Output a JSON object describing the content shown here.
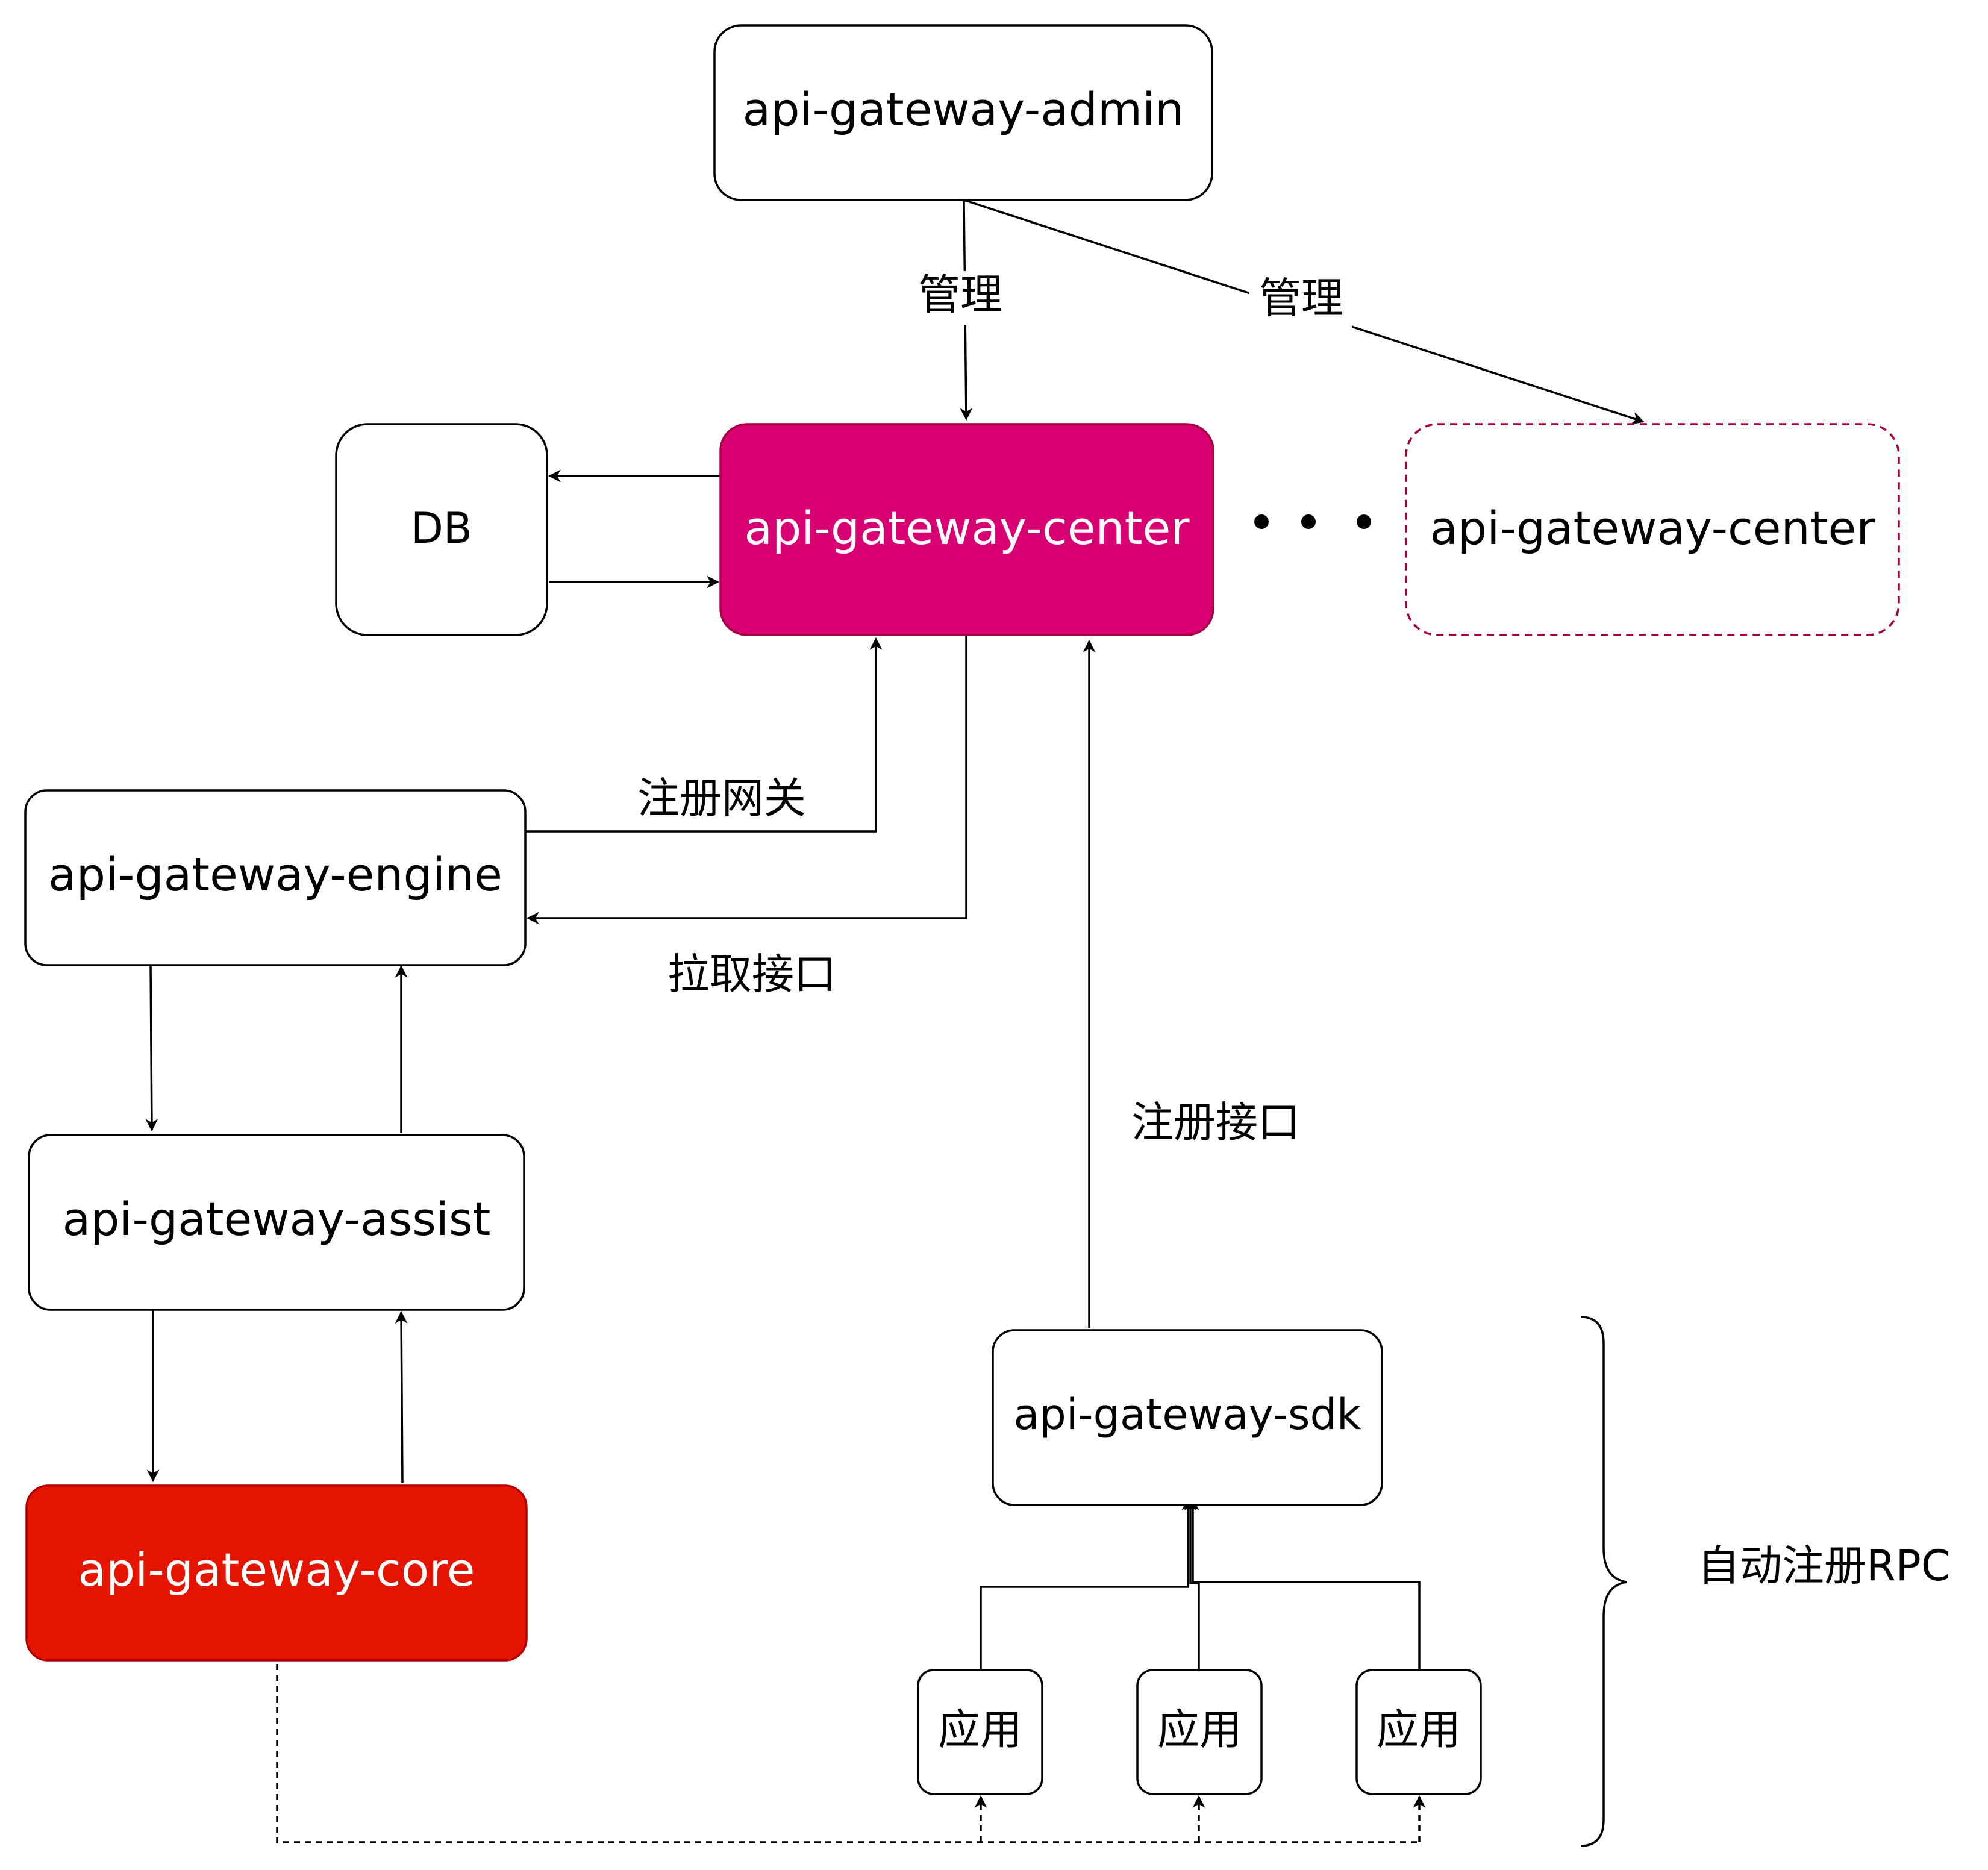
{
  "nodes": {
    "admin": "api-gateway-admin",
    "db": "DB",
    "center": "api-gateway-center",
    "center_replica": "api-gateway-center",
    "engine": "api-gateway-engine",
    "assist": "api-gateway-assist",
    "core": "api-gateway-core",
    "sdk": "api-gateway-sdk",
    "app1": "应用",
    "app2": "应用",
    "app3": "应用"
  },
  "edge_labels": {
    "manage_center": "管理",
    "manage_replica": "管理",
    "register_gateway": "注册网关",
    "pull_interface": "拉取接口",
    "register_interface": "注册接口"
  },
  "brace_label": "自动注册RPC",
  "colors": {
    "center_fill": "#d80073",
    "center_stroke": "#a50040",
    "core_fill": "#e51400",
    "core_stroke": "#b20000",
    "replica_stroke": "#a50040",
    "line": "#000000"
  }
}
